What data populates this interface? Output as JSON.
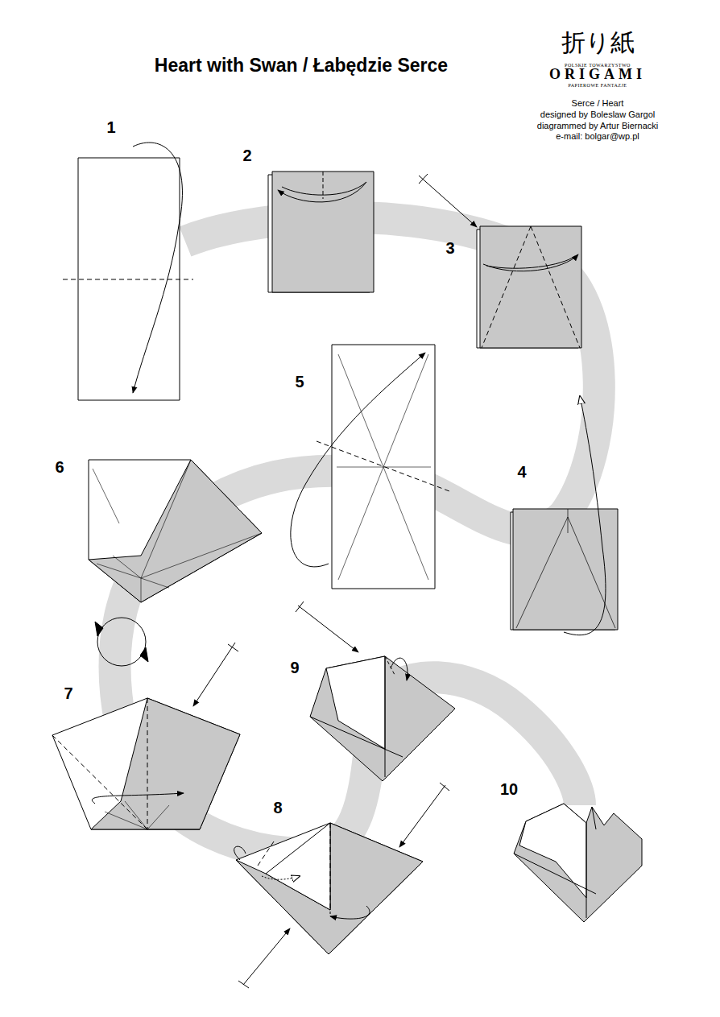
{
  "diagram": {
    "title": "Heart with Swan / Łabędzie Serce",
    "labels": [
      "折り紙",
      "POLSKIE TOWARZYSTWO",
      "ORIGAMI",
      "PAPIEROWE FANTAZJE",
      "Serce / Heart",
      "designed by Boleslaw Gargol",
      "diagrammed by Artur Biernacki",
      "e-mail: bolgar@wp.pl",
      "1",
      "2",
      "3",
      "4",
      "5",
      "6",
      "7",
      "8",
      "9",
      "10"
    ]
  }
}
